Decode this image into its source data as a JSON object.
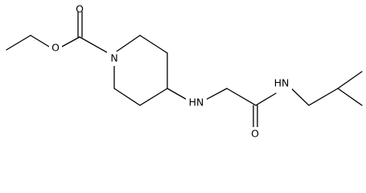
{
  "molecule": {
    "colors": {
      "bond": "#000000",
      "background": "#ffffff"
    },
    "atoms": {
      "carbonyl_o": "O",
      "ester_o": "O",
      "ring_n": "N",
      "amine_nh": "HN",
      "amide_o": "O",
      "amide_nh": "HN"
    }
  }
}
